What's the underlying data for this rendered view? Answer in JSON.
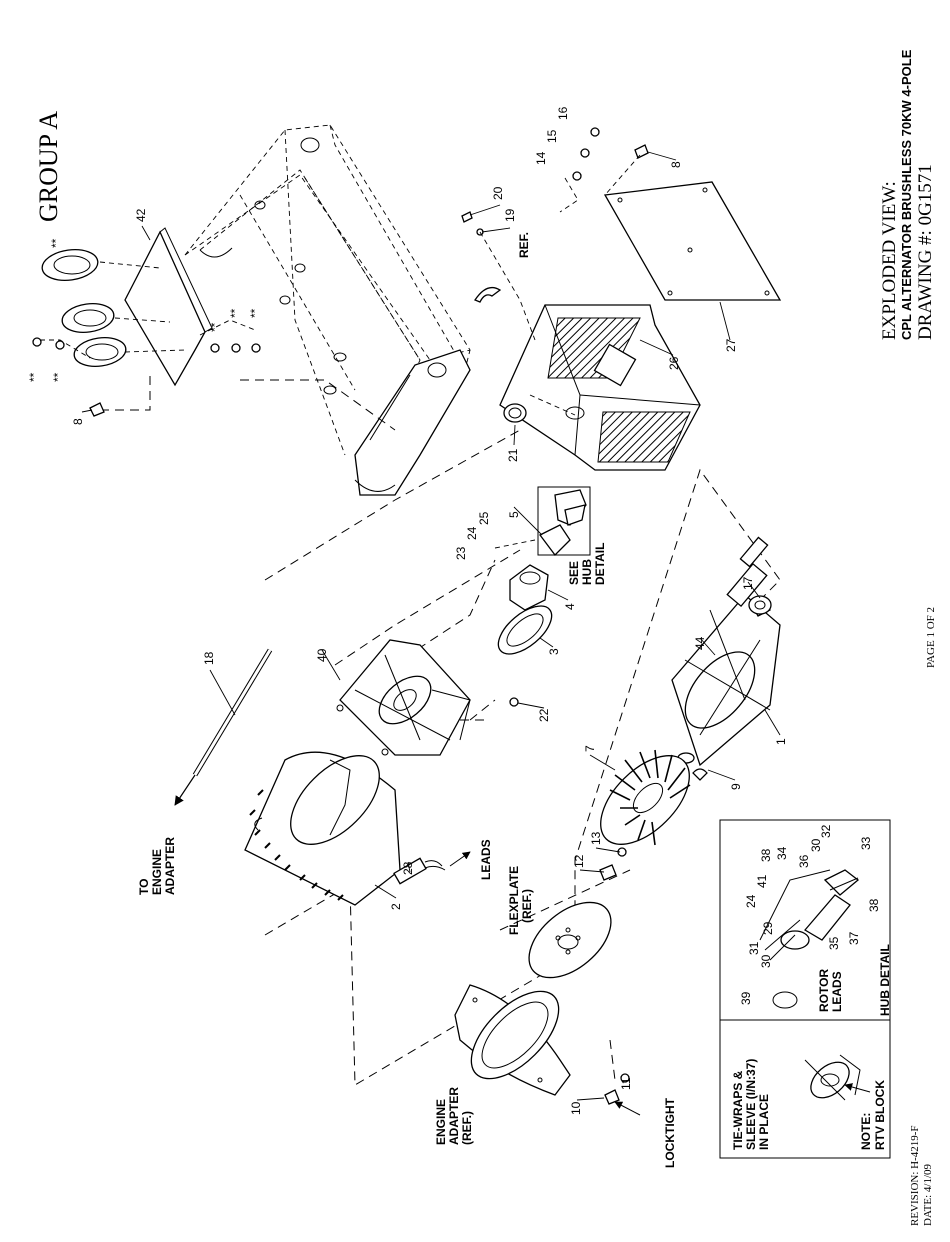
{
  "group_title": "GROUP A",
  "title_block": {
    "line1": "EXPLODED VIEW:",
    "line2": "CPL ALTERNATOR BRUSHLESS 70KW 4-POLE",
    "line3": "DRAWING #: 0G1571"
  },
  "page_label": "PAGE 1 OF 2",
  "revision": "REVISION: H-4219-F",
  "date": "DATE: 4/1/09",
  "notes": {
    "to_engine_adapter": [
      "TO",
      "ENGINE",
      "ADAPTER"
    ],
    "leads": "LEADS",
    "flexplate": [
      "FLEXPLATE",
      "(REF.)"
    ],
    "engine_adapter": [
      "ENGINE",
      "ADAPTER",
      "(REF.)"
    ],
    "locktight": "LOCKTIGHT",
    "see_hub_detail": [
      "SEE",
      "HUB",
      "DETAIL"
    ],
    "ref": "REF.",
    "hub_detail": "HUB DETAIL",
    "rotor_leads": [
      "ROTOR",
      "LEADS"
    ],
    "note": "NOTE:",
    "rtv_block": "RTV BLOCK",
    "tie_wraps": [
      "TIE-WRAPS &",
      "SLEEVE (I/N:37)",
      "IN PLACE"
    ]
  },
  "callouts": [
    {
      "id": "c-42",
      "text": "42"
    },
    {
      "id": "c-ss1",
      "text": "**"
    },
    {
      "id": "c-ss2",
      "text": "**"
    },
    {
      "id": "c-ss3",
      "text": "**"
    },
    {
      "id": "c-ss4",
      "text": "**"
    },
    {
      "id": "c-ss5",
      "text": "**"
    },
    {
      "id": "c-ss6",
      "text": "**"
    },
    {
      "id": "c-8a",
      "text": "8"
    },
    {
      "id": "c-8b",
      "text": "8"
    },
    {
      "id": "c-14",
      "text": "14"
    },
    {
      "id": "c-15",
      "text": "15"
    },
    {
      "id": "c-16",
      "text": "16"
    },
    {
      "id": "c-20",
      "text": "20"
    },
    {
      "id": "c-19",
      "text": "19"
    },
    {
      "id": "c-21",
      "text": "21"
    },
    {
      "id": "c-26",
      "text": "26"
    },
    {
      "id": "c-27",
      "text": "27"
    },
    {
      "id": "c-23",
      "text": "23"
    },
    {
      "id": "c-24",
      "text": "24"
    },
    {
      "id": "c-25",
      "text": "25"
    },
    {
      "id": "c-5",
      "text": "5"
    },
    {
      "id": "c-4",
      "text": "4"
    },
    {
      "id": "c-3",
      "text": "3"
    },
    {
      "id": "c-22",
      "text": "22"
    },
    {
      "id": "c-17",
      "text": "17"
    },
    {
      "id": "c-44",
      "text": "44"
    },
    {
      "id": "c-1",
      "text": "1"
    },
    {
      "id": "c-9",
      "text": "9"
    },
    {
      "id": "c-40",
      "text": "40"
    },
    {
      "id": "c-18",
      "text": "18"
    },
    {
      "id": "c-2",
      "text": "2"
    },
    {
      "id": "c-28",
      "text": "28"
    },
    {
      "id": "c-7",
      "text": "7"
    },
    {
      "id": "c-12",
      "text": "12"
    },
    {
      "id": "c-13",
      "text": "13"
    },
    {
      "id": "c-10",
      "text": "10"
    },
    {
      "id": "c-11",
      "text": "11"
    },
    {
      "id": "h-24",
      "text": "24"
    },
    {
      "id": "h-41",
      "text": "41"
    },
    {
      "id": "h-38a",
      "text": "38"
    },
    {
      "id": "h-34",
      "text": "34"
    },
    {
      "id": "h-36",
      "text": "36"
    },
    {
      "id": "h-30a",
      "text": "30"
    },
    {
      "id": "h-32",
      "text": "32"
    },
    {
      "id": "h-33",
      "text": "33"
    },
    {
      "id": "h-29",
      "text": "29"
    },
    {
      "id": "h-31",
      "text": "31"
    },
    {
      "id": "h-30b",
      "text": "30"
    },
    {
      "id": "h-35",
      "text": "35"
    },
    {
      "id": "h-37",
      "text": "37"
    },
    {
      "id": "h-38b",
      "text": "38"
    },
    {
      "id": "h-39",
      "text": "39"
    }
  ]
}
